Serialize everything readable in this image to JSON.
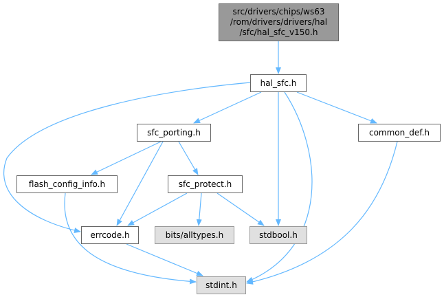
{
  "diagram": {
    "edge_color": "#63b8ff",
    "nodes": [
      {
        "id": "root",
        "label": "src/drivers/chips/ws63\n/rom/drivers/drivers/hal\n/sfc/hal_sfc_v150.h",
        "style": "root"
      },
      {
        "id": "hal_sfc",
        "label": "hal_sfc.h",
        "style": "normal"
      },
      {
        "id": "sfc_porting",
        "label": "sfc_porting.h",
        "style": "normal"
      },
      {
        "id": "common_def",
        "label": "common_def.h",
        "style": "normal"
      },
      {
        "id": "flash_config_info",
        "label": "flash_config_info.h",
        "style": "normal"
      },
      {
        "id": "sfc_protect",
        "label": "sfc_protect.h",
        "style": "normal"
      },
      {
        "id": "errcode",
        "label": "errcode.h",
        "style": "normal"
      },
      {
        "id": "alltypes",
        "label": "bits/alltypes.h",
        "style": "external"
      },
      {
        "id": "stdbool",
        "label": "stdbool.h",
        "style": "external"
      },
      {
        "id": "stdint",
        "label": "stdint.h",
        "style": "external"
      }
    ],
    "edges": [
      {
        "from": "root",
        "to": "hal_sfc"
      },
      {
        "from": "hal_sfc",
        "to": "sfc_porting"
      },
      {
        "from": "hal_sfc",
        "to": "common_def"
      },
      {
        "from": "hal_sfc",
        "to": "errcode"
      },
      {
        "from": "hal_sfc",
        "to": "stdbool"
      },
      {
        "from": "hal_sfc",
        "to": "stdint"
      },
      {
        "from": "sfc_porting",
        "to": "flash_config_info"
      },
      {
        "from": "sfc_porting",
        "to": "sfc_protect"
      },
      {
        "from": "sfc_porting",
        "to": "errcode"
      },
      {
        "from": "common_def",
        "to": "stdint"
      },
      {
        "from": "flash_config_info",
        "to": "stdint"
      },
      {
        "from": "sfc_protect",
        "to": "errcode"
      },
      {
        "from": "sfc_protect",
        "to": "alltypes"
      },
      {
        "from": "sfc_protect",
        "to": "stdbool"
      },
      {
        "from": "errcode",
        "to": "stdint"
      }
    ]
  }
}
